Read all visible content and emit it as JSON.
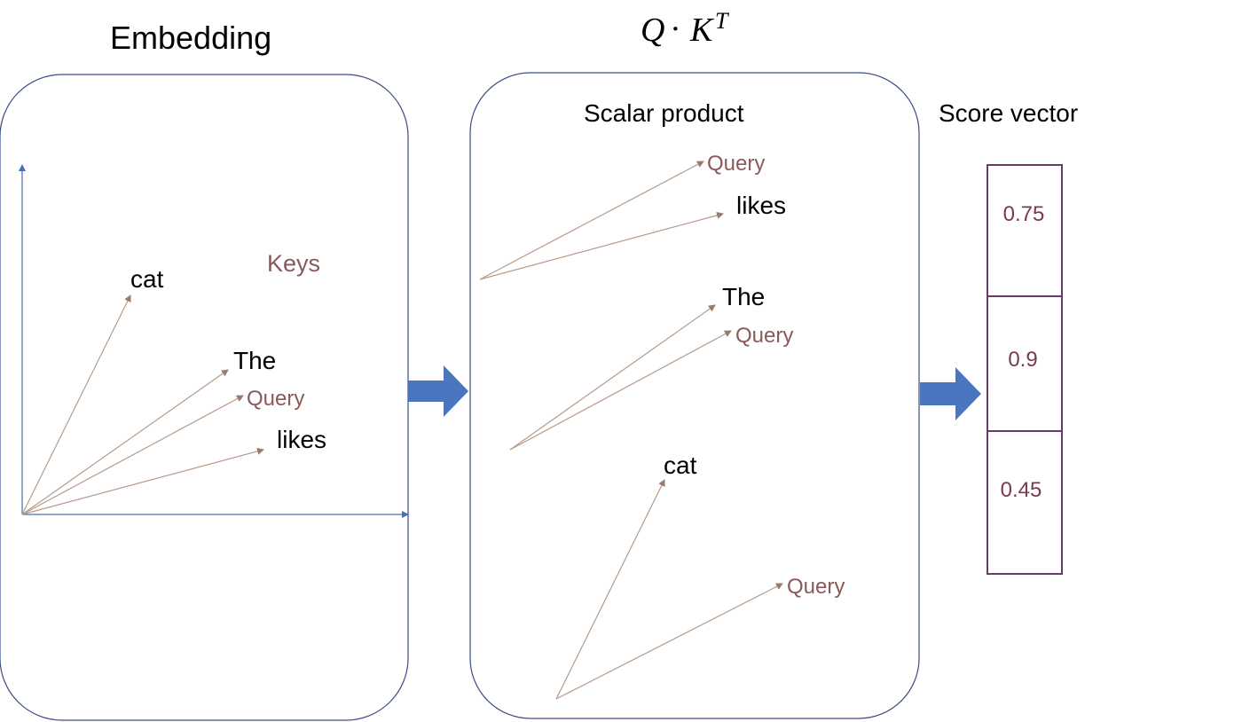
{
  "embedding": {
    "title": "Embedding",
    "keys_label": "Keys",
    "words": {
      "cat": "cat",
      "the": "The",
      "query": "Query",
      "likes": "likes"
    }
  },
  "product": {
    "formula_q": "Q",
    "formula_dot": "·",
    "formula_k": "K",
    "formula_t": "T",
    "title": "Scalar product",
    "pairs": [
      {
        "a": "Query",
        "b": "likes"
      },
      {
        "a": "The",
        "b": "Query"
      },
      {
        "a": "cat",
        "b": "Query"
      }
    ]
  },
  "score": {
    "title": "Score vector",
    "values": [
      "0.75",
      "0.9",
      "0.45"
    ]
  },
  "colors": {
    "panel_border": "#3b4a8a",
    "axis": "#4a6fb5",
    "vector": "#b89a8a",
    "query_text": "#8a5a5a",
    "word_text": "#000000",
    "arrow_fill": "#4a76c0",
    "score_border": "#6a3a6a",
    "score_text": "#7a3a4a"
  }
}
